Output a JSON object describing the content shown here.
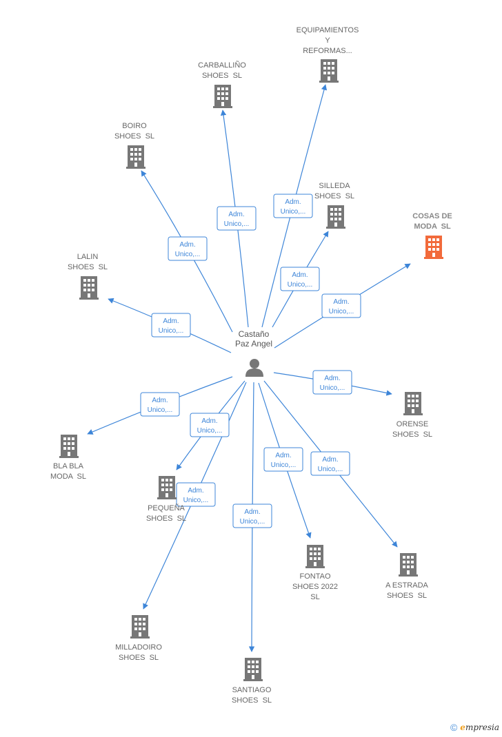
{
  "center": {
    "name_lines": [
      "Castaño",
      "Paz Angel"
    ],
    "icon": "person-icon"
  },
  "role_label": [
    "Adm.",
    "Unico,..."
  ],
  "colors": {
    "edge": "#3d85d8",
    "building": "#777777",
    "highlight": "#f26a3b"
  },
  "companies": [
    {
      "id": "equipamientos",
      "lines": [
        "EQUIPAMIENTOS",
        "Y",
        "REFORMAS..."
      ]
    },
    {
      "id": "carballino",
      "lines": [
        "CARBALLIÑO",
        "SHOES  SL"
      ]
    },
    {
      "id": "boiro",
      "lines": [
        "BOIRO",
        "SHOES  SL"
      ]
    },
    {
      "id": "silleda",
      "lines": [
        "SILLEDA",
        "SHOES  SL"
      ]
    },
    {
      "id": "cosas-de-moda",
      "lines": [
        "COSAS DE",
        "MODA  SL"
      ],
      "highlight": true
    },
    {
      "id": "lalin",
      "lines": [
        "LALIN",
        "SHOES  SL"
      ]
    },
    {
      "id": "orense",
      "lines": [
        "ORENSE",
        "SHOES  SL"
      ]
    },
    {
      "id": "bla-bla",
      "lines": [
        "BLA BLA",
        "MODA  SL"
      ]
    },
    {
      "id": "pequena",
      "lines": [
        "PEQUEÑA",
        "SHOES  SL"
      ]
    },
    {
      "id": "fontao",
      "lines": [
        "FONTAO",
        "SHOES 2022",
        "SL"
      ]
    },
    {
      "id": "a-estrada",
      "lines": [
        "A ESTRADA",
        "SHOES  SL"
      ]
    },
    {
      "id": "milladoiro",
      "lines": [
        "MILLADOIRO",
        "SHOES  SL"
      ]
    },
    {
      "id": "santiago",
      "lines": [
        "SANTIAGO",
        "SHOES  SL"
      ]
    }
  ],
  "footer": {
    "copyright": "©",
    "brand_initial": "e",
    "brand_rest": "mpresia"
  }
}
